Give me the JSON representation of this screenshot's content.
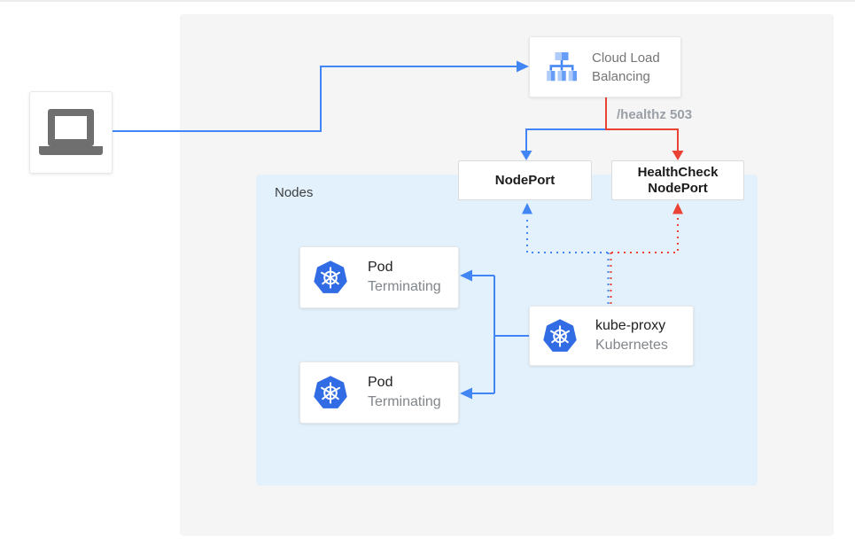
{
  "colors": {
    "blue": "#4285F4",
    "red": "#EA4335",
    "k8s_blue": "#326CE5",
    "lb_light": "#AECBFA",
    "lb_mid": "#669DF6",
    "panel_bg": "#F5F5F5",
    "nodes_bg": "#E3F1FC",
    "gray_text": "#80868B",
    "dark_text": "#202124"
  },
  "nodes_container": {
    "label": "Nodes"
  },
  "cards": {
    "client": {
      "icon": "laptop-icon"
    },
    "cloud_load_balancing": {
      "label": "Cloud Load Balancing",
      "icon": "load-balancer-icon"
    },
    "nodeport": {
      "label": "NodePort"
    },
    "healthcheck_nodeport": {
      "label": "HealthCheck NodePort"
    },
    "pod1": {
      "title": "Pod",
      "subtitle": "Terminating",
      "icon": "kubernetes-icon"
    },
    "pod2": {
      "title": "Pod",
      "subtitle": "Terminating",
      "icon": "kubernetes-icon"
    },
    "kube_proxy": {
      "title": "kube-proxy",
      "subtitle": "Kubernetes",
      "icon": "kubernetes-icon"
    }
  },
  "edges": {
    "healthz_label": "/healthz 503"
  }
}
